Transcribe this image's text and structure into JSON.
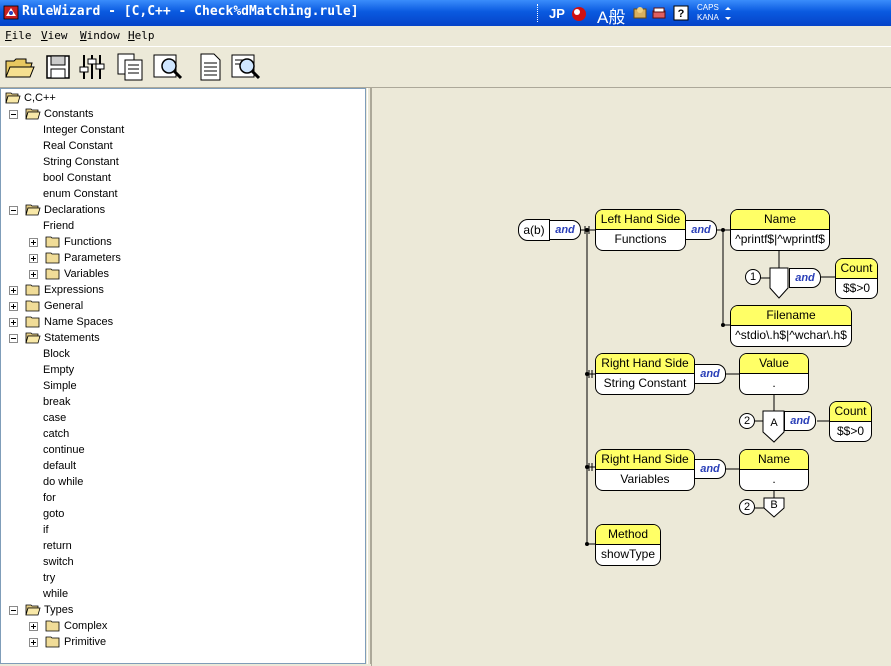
{
  "window": {
    "title": "RuleWizard - [C,C++ - Check%dMatching.rule]"
  },
  "ime": {
    "jp": "JP",
    "han": "A般",
    "caps": "CAPS",
    "kana": "KANA"
  },
  "menu": [
    "File",
    "View",
    "Window",
    "Help"
  ],
  "toolbar": {
    "buttons": [
      "open-folder-icon",
      "save-icon",
      "settings-sliders-icon",
      "copy-pages-icon",
      "zoom-preview-icon",
      "document-icon",
      "search-preview-icon"
    ]
  },
  "tree": {
    "rows": [
      {
        "label": "C,C++",
        "level": 0,
        "exp": "",
        "folder": "open"
      },
      {
        "label": "Constants",
        "level": 1,
        "exp": "minus",
        "folder": "open"
      },
      {
        "label": "Integer Constant",
        "level": 2,
        "exp": "",
        "folder": ""
      },
      {
        "label": "Real Constant",
        "level": 2,
        "exp": "",
        "folder": ""
      },
      {
        "label": "String Constant",
        "level": 2,
        "exp": "",
        "folder": ""
      },
      {
        "label": "bool Constant",
        "level": 2,
        "exp": "",
        "folder": ""
      },
      {
        "label": "enum Constant",
        "level": 2,
        "exp": "",
        "folder": ""
      },
      {
        "label": "Declarations",
        "level": 1,
        "exp": "minus",
        "folder": "open"
      },
      {
        "label": "Friend",
        "level": 2,
        "exp": "",
        "folder": ""
      },
      {
        "label": "Functions",
        "level": 2,
        "exp": "plus",
        "folder": "closed"
      },
      {
        "label": "Parameters",
        "level": 2,
        "exp": "plus",
        "folder": "closed"
      },
      {
        "label": "Variables",
        "level": 2,
        "exp": "plus",
        "folder": "closed"
      },
      {
        "label": "Expressions",
        "level": 1,
        "exp": "plus",
        "folder": "closed"
      },
      {
        "label": "General",
        "level": 1,
        "exp": "plus",
        "folder": "closed"
      },
      {
        "label": "Name Spaces",
        "level": 1,
        "exp": "plus",
        "folder": "closed"
      },
      {
        "label": "Statements",
        "level": 1,
        "exp": "minus",
        "folder": "open"
      },
      {
        "label": "Block",
        "level": 2,
        "exp": "",
        "folder": ""
      },
      {
        "label": "Empty",
        "level": 2,
        "exp": "",
        "folder": ""
      },
      {
        "label": "Simple",
        "level": 2,
        "exp": "",
        "folder": ""
      },
      {
        "label": "break",
        "level": 2,
        "exp": "",
        "folder": ""
      },
      {
        "label": "case",
        "level": 2,
        "exp": "",
        "folder": ""
      },
      {
        "label": "catch",
        "level": 2,
        "exp": "",
        "folder": ""
      },
      {
        "label": "continue",
        "level": 2,
        "exp": "",
        "folder": ""
      },
      {
        "label": "default",
        "level": 2,
        "exp": "",
        "folder": ""
      },
      {
        "label": "do while",
        "level": 2,
        "exp": "",
        "folder": ""
      },
      {
        "label": "for",
        "level": 2,
        "exp": "",
        "folder": ""
      },
      {
        "label": "goto",
        "level": 2,
        "exp": "",
        "folder": ""
      },
      {
        "label": "if",
        "level": 2,
        "exp": "",
        "folder": ""
      },
      {
        "label": "return",
        "level": 2,
        "exp": "",
        "folder": ""
      },
      {
        "label": "switch",
        "level": 2,
        "exp": "",
        "folder": ""
      },
      {
        "label": "try",
        "level": 2,
        "exp": "",
        "folder": ""
      },
      {
        "label": "while",
        "level": 2,
        "exp": "",
        "folder": ""
      },
      {
        "label": "Types",
        "level": 1,
        "exp": "minus",
        "folder": "open"
      },
      {
        "label": "Complex",
        "level": 2,
        "exp": "plus",
        "folder": "closed"
      },
      {
        "label": "Primitive",
        "level": 2,
        "exp": "plus",
        "folder": "closed"
      }
    ]
  },
  "diagram": {
    "root_label": "a(b)",
    "and_label": "and",
    "colors": {
      "header": "#ffff66",
      "and_text": "#2a3fb8"
    },
    "nodes": {
      "lhs": {
        "header": "Left Hand Side",
        "value": "Functions"
      },
      "name1": {
        "header": "Name",
        "value": "^printf$|^wprintf$"
      },
      "count1": {
        "header": "Count",
        "value": "$$>0"
      },
      "filename": {
        "header": "Filename",
        "value": "^stdio\\.h$|^wchar\\.h$"
      },
      "rhs1": {
        "header": "Right Hand Side",
        "value": "String Constant"
      },
      "value": {
        "header": "Value",
        "value": "."
      },
      "count2": {
        "header": "Count",
        "value": "$$>0"
      },
      "rhs2": {
        "header": "Right Hand Side",
        "value": "Variables"
      },
      "name2": {
        "header": "Name",
        "value": "."
      },
      "method": {
        "header": "Method",
        "value": "showType"
      }
    },
    "markers": {
      "c1": "1",
      "c2": "2",
      "c3": "2",
      "pA": "A",
      "pB": "B"
    }
  }
}
